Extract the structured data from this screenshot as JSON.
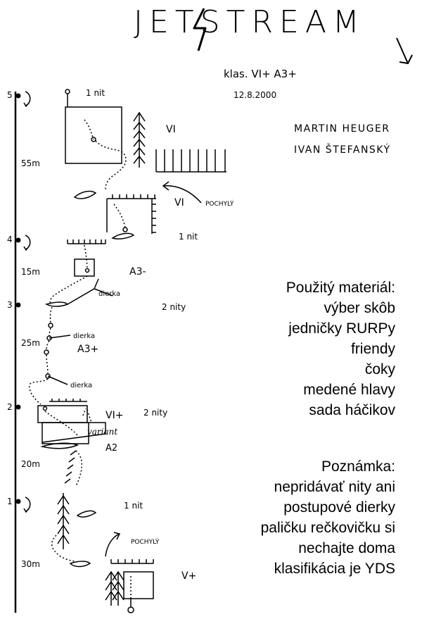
{
  "title": "JETSTREAM",
  "grade_line": "klas. VI+ A3+",
  "date": "12.8.2000",
  "authors": [
    "MARTIN HEUGER",
    "IVAN ŠTEFANSKÝ"
  ],
  "belay_numbers": [
    "5",
    "4",
    "3",
    "2",
    "1"
  ],
  "pitch_lengths": [
    "55m",
    "15m",
    "25m",
    "20m",
    "30m"
  ],
  "topo_labels": {
    "p5_bolts": "1 nit",
    "p5_grade_a": "VI",
    "p5_grade_b": "VI",
    "p5_pochyly": "POCHYLÝ",
    "p4_bolts": "1 nit",
    "p4_grade": "A3-",
    "p3_dierka1": "dierka",
    "p3_bolts": "2 nity",
    "p3_dierka2": "dierka",
    "p3_grade": "A3+",
    "p3_dierka3": "dierka",
    "p2_grade": "VI+",
    "p2_bolts": "2 nity",
    "p2_variant": "variant",
    "p2_a2": "A2",
    "p1_bolts": "1 nit",
    "p1_pochyly": "POCHYLÝ",
    "p1_grade": "V+"
  },
  "material": {
    "heading": "Použitý materiál:",
    "items": [
      "výber skôb",
      "jedničky RURPy",
      "friendy",
      "čoky",
      "medené hlavy",
      "sada háčikov"
    ]
  },
  "note": {
    "heading": "Poznámka:",
    "lines": [
      "nepridávať nity ani",
      "postupové dierky",
      "paličku rečkovičku si",
      "nechajte doma",
      "klasifikácia je YDS"
    ]
  }
}
